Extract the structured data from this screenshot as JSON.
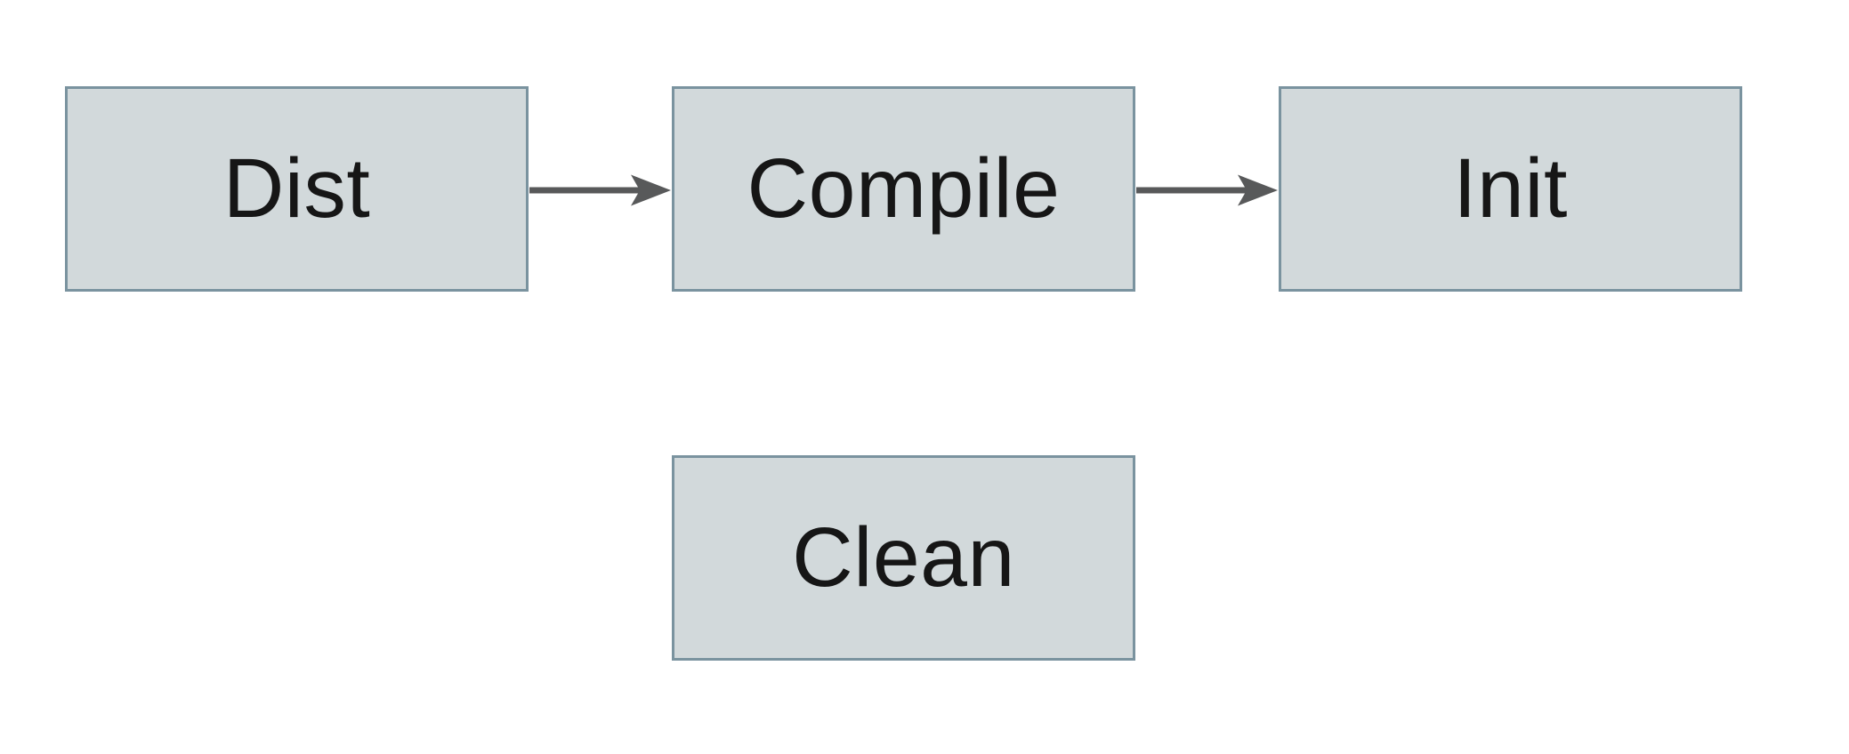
{
  "diagram": {
    "type": "flowchart",
    "nodes": [
      {
        "id": "dist",
        "label": "Dist"
      },
      {
        "id": "compile",
        "label": "Compile"
      },
      {
        "id": "init",
        "label": "Init"
      },
      {
        "id": "clean",
        "label": "Clean"
      }
    ],
    "edges": [
      {
        "from": "dist",
        "to": "compile",
        "style": "arrow"
      },
      {
        "from": "compile",
        "to": "init",
        "style": "arrow"
      }
    ]
  },
  "colors": {
    "background": "#ffffff",
    "node_fill": "#d2d9db",
    "node_border": "#7a939f",
    "arrow": "#58595a",
    "text": "#161616"
  }
}
